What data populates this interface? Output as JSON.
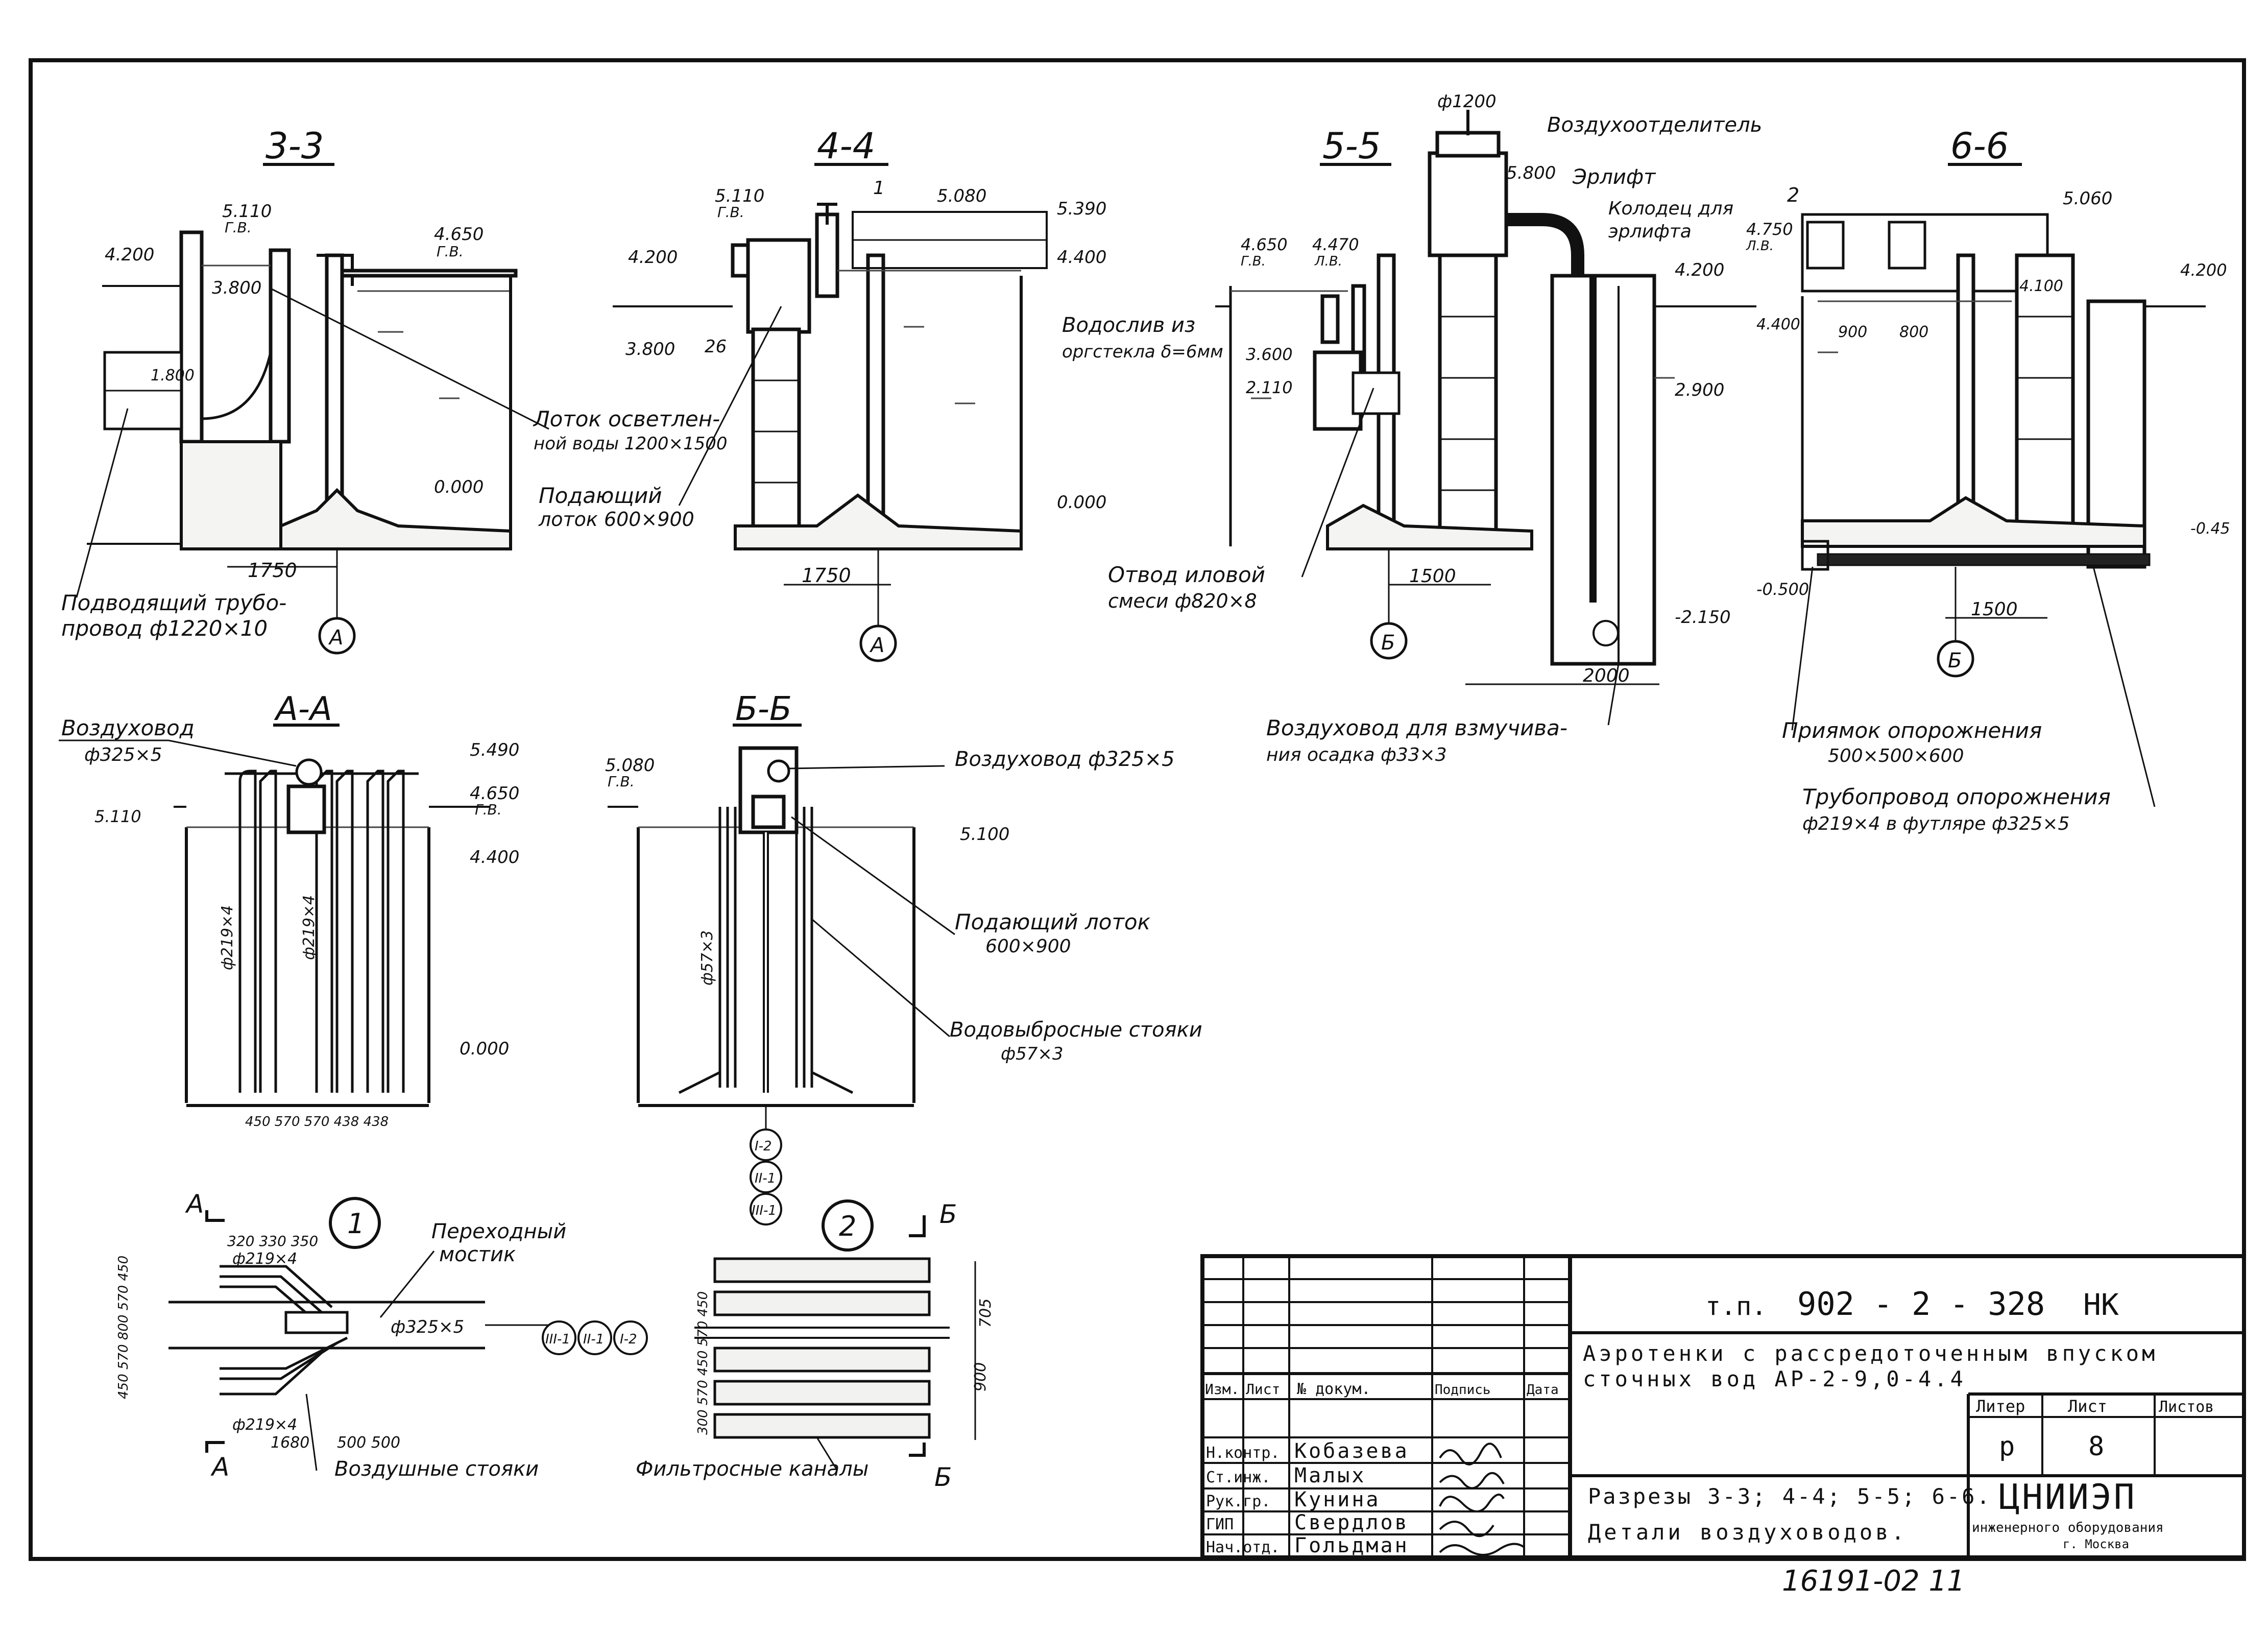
{
  "sections": {
    "s33": {
      "title": "3-3",
      "elev_5110": "5.110",
      "gv_5110": "Г.В.",
      "elev_4650": "4.650",
      "gv_4650": "Г.В.",
      "elev_4200": "4.200",
      "elev_3800": "3.800",
      "elev_1800": "1.800",
      "elev_0000": "0.000",
      "dim_1750": "1750",
      "callout": "А",
      "note_pipe_1": "Подводящий трубо-",
      "note_pipe_2": "провод ф1220×10"
    },
    "s44": {
      "title": "4-4",
      "elev_5110": "5.110",
      "gv_5110": "Г.В.",
      "mark_1": "1",
      "elev_5080": "5.080",
      "elev_5390": "5.390",
      "elev_4400": "4.400",
      "elev_4200": "4.200",
      "elev_3800": "3.800",
      "mark_26": "26",
      "elev_0000": "0.000",
      "dim_1750": "1750",
      "callout": "А",
      "note_weir_1": "Водослив из",
      "note_weir_2": "оргстекла δ=6мм",
      "note_tray_1": "Лоток осветлен-",
      "note_tray_2": "ной воды 1200×1500",
      "note_feed_1": "Подающий",
      "note_feed_2": "лоток 600×900"
    },
    "s55": {
      "title": "5-5",
      "dia_1200": "ф1200",
      "air_separator": "Воздухоотделитель",
      "elev_5800": "5.800",
      "airlift": "Эрлифт",
      "well_1": "Колодец для",
      "well_2": "эрлифта",
      "elev_4650": "4.650",
      "gv_4650": "Г.В.",
      "elev_4470": "4.470",
      "gv_4470": "Л.В.",
      "elev_4200": "4.200",
      "elev_3600": "3.600",
      "elev_2110": "2.110",
      "elev_2900": "2.900",
      "elev_m2150": "-2.150",
      "dim_1500": "1500",
      "dim_2000": "2000",
      "callout": "Б",
      "sludge_1": "Отвод иловой",
      "sludge_2": "смеси ф820×8",
      "air_stir_1": "Воздуховод для взмучива-",
      "air_stir_2": "ния осадка  ф33×3"
    },
    "s66": {
      "title": "6-6",
      "mark_2": "2",
      "elev_4750": "4.750",
      "gv_4750": "Л.В.",
      "elev_5060": "5.060",
      "elev_4400": "4.400",
      "elev_4100": "4.100",
      "elev_4200": "4.200",
      "dim_900": "900",
      "dim_800": "800",
      "elev_m045": "-0.45",
      "elev_m0500": "-0.500",
      "dim_1500": "1500",
      "callout": "Б",
      "pit_1": "Приямок опорожнения",
      "pit_2": "500×500×600",
      "drain_1": "Трубопровод опорожнения",
      "drain_2": "ф219×4 в футляре ф325×5"
    },
    "saa": {
      "title": "А-А",
      "air_duct_1": "Воздуховод",
      "air_duct_2": "ф325×5",
      "elev_5490": "5.490",
      "elev_4650": "4.650",
      "gv_4650": "Г.В.",
      "elev_5110": "5.110",
      "elev_4400": "4.400",
      "elev_0000": "0.000",
      "pipe_a": "ф219×4",
      "pipe_b": "ф219×4",
      "dims": "450 570 570 438 438"
    },
    "sbb": {
      "title": "Б-Б",
      "elev_5080": "5.080",
      "gv_5080": "Г.В.",
      "air_duct": "Воздуховод ф325×5",
      "elev_5100": "5.100",
      "feed_1": "Подающий лоток",
      "feed_2": "600×900",
      "pipe_57": "ф57×3",
      "risers_1": "Водовыбросные стояки",
      "risers_2": "ф57×3",
      "c1": "I-2",
      "c2": "II-1",
      "c3": "III-1"
    }
  },
  "details": {
    "d1": {
      "num": "1",
      "cut": "А",
      "dims_top": "320 330 350",
      "pipe_top": "ф219×4",
      "bridge_1": "Переходный",
      "bridge_2": "мостик",
      "main_pipe": "ф325×5",
      "dims_left": "450 570 800 570 450",
      "pipe_bot": "ф219×4",
      "dim_1680": "1680",
      "dim_500": "500 500",
      "risers": "Воздушные стояки",
      "c1": "III-1",
      "c2": "II-1",
      "c3": "I-2"
    },
    "d2": {
      "num": "2",
      "cut": "Б",
      "dims_left": "300 570 450 570 450",
      "dim_705": "705",
      "dim_900": "900",
      "channels": "Фильтросные каналы"
    }
  },
  "titleblock": {
    "tp_label": "т.п.",
    "tp_num": "902 - 2 - 328",
    "tp_code": "НК",
    "desc_1": "Аэротенки с рассредоточенным впуском",
    "desc_2": "сточных вод   АР-2-9,0-4.4",
    "col_izm": "Изм.",
    "col_list": "Лист",
    "col_doc": "№ докум.",
    "col_sign": "Подпись",
    "col_date": "Дата",
    "rows": [
      {
        "role": "Н.контр.",
        "name": "Кобазева"
      },
      {
        "role": "Ст.инж.",
        "name": "Малых"
      },
      {
        "role": "Рук.гр.",
        "name": "Кунина"
      },
      {
        "role": "ГИП",
        "name": "Свердлов"
      },
      {
        "role": "Нач.отд.",
        "name": "Гольдман"
      }
    ],
    "liter_h": "Литер",
    "sheet_h": "Лист",
    "sheets_h": "Листов",
    "liter": "р",
    "sheet": "8",
    "content_1": "Разрезы 3-3; 4-4; 5-5; 6-6.",
    "content_2": "Детали воздуховодов.",
    "org": "ЦНИИЭП",
    "org_sub": "инженерного оборудования",
    "city": "г. Москва"
  },
  "archive_no": "16191-02  11"
}
